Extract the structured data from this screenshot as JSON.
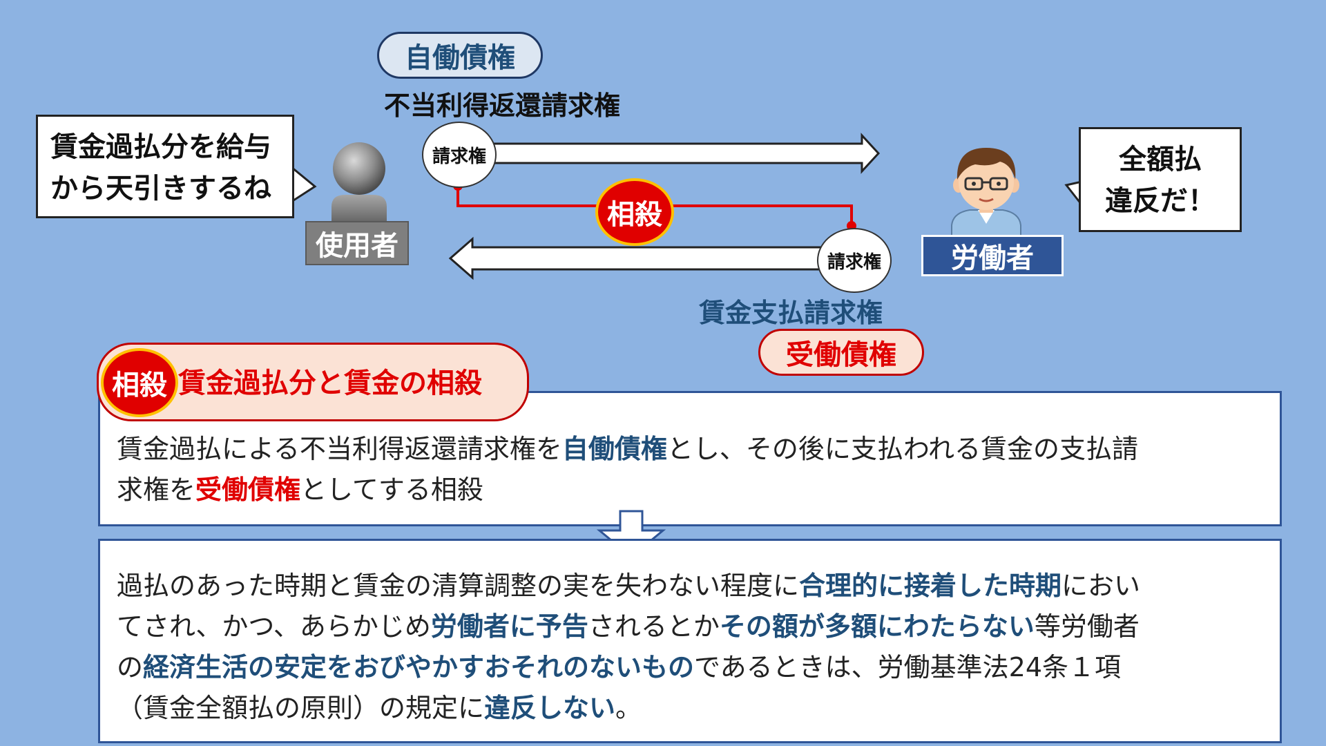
{
  "diagram": {
    "jidou_pill": "自働債権",
    "fuutou_label": "不当利得返還請求権",
    "employer_bubble_line1": "賃金過払分を給与",
    "employer_bubble_line2": "から天引きするね",
    "employer_name": "使用者",
    "claim_top": "請求権",
    "claim_bottom": "請求権",
    "sousai": "相殺",
    "worker_bubble_line1": "全額払",
    "worker_bubble_line2": "違反だ！",
    "worker_name": "労働者",
    "chingin_label": "賃金支払請求権",
    "judou_pill": "受働債権"
  },
  "explain": {
    "badge": "相殺",
    "title": "賃金過払分と賃金の相殺",
    "p1_a": "賃金過払による不当利得返還請求権を",
    "p1_b": "自働債権",
    "p1_c": "とし、その後に支払われる賃金の支払請",
    "p1_d": "求権を",
    "p1_e": "受働債権",
    "p1_f": "としてする相殺"
  },
  "rule": {
    "l1_a": "過払のあった時期と賃金の清算調整の実を失わない程度に",
    "l1_b": "合理的に接着した時期",
    "l1_c": "におい",
    "l2_a": "てされ、かつ、あらかじめ",
    "l2_b": "労働者に予告",
    "l2_c": "されるとか",
    "l2_d": "その額が多額にわたらない",
    "l2_e": "等労働者",
    "l3_a": "の",
    "l3_b": "経済生活の安定をおびやかすおそれのないもの",
    "l3_c": "であるときは、労働基準法24条１項",
    "l4_a": "（賃金全額払の原則）の規定に",
    "l4_b": "違反しない",
    "l4_c": "。"
  },
  "colors": {
    "background": "#8db3e2",
    "navy": "#1f4e79",
    "red": "#e00000",
    "pill_blue": "#dce6f2",
    "pill_red": "#fbe2d5"
  }
}
